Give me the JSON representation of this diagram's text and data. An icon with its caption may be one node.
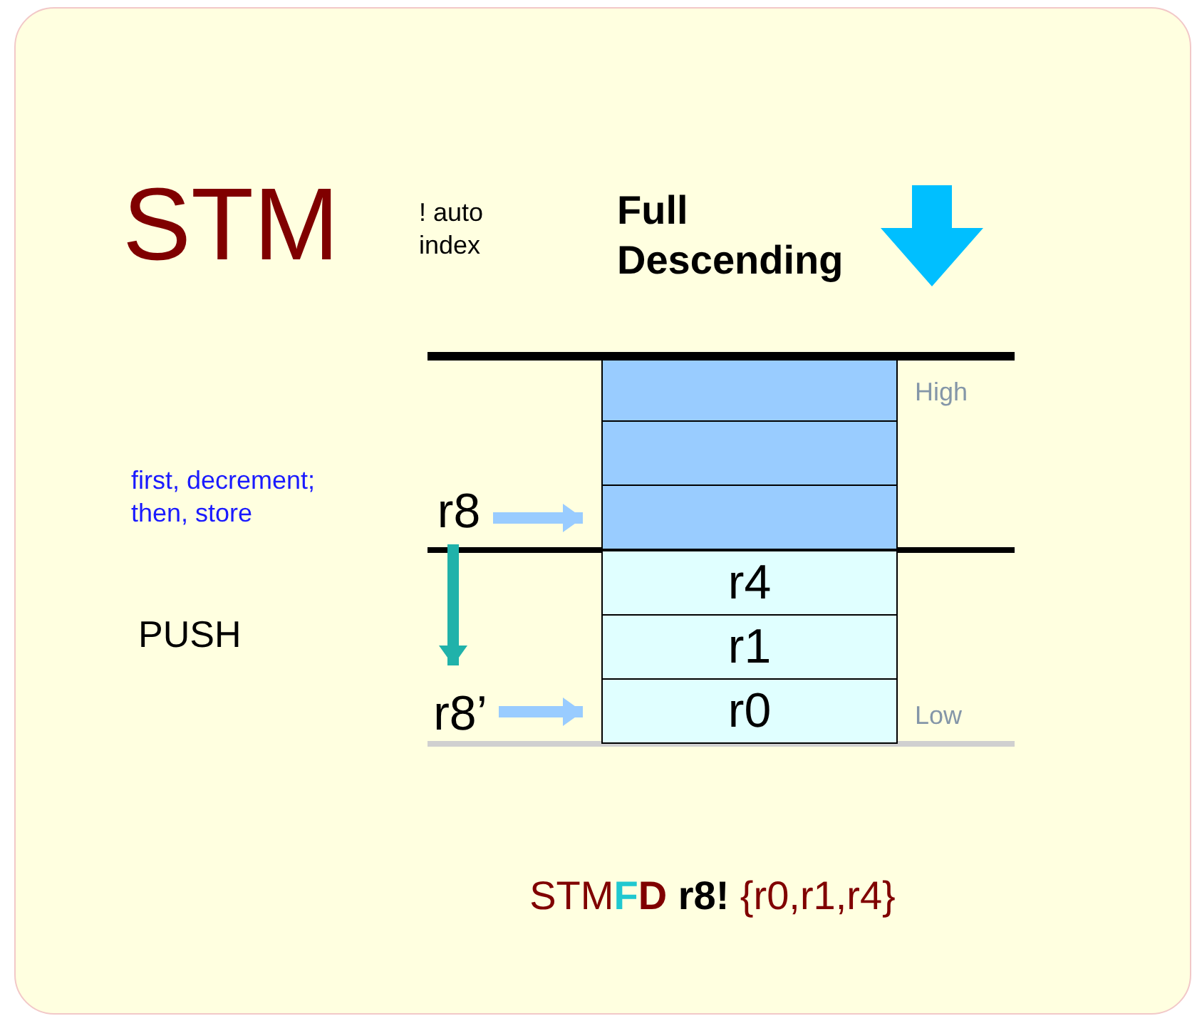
{
  "diagram": {
    "title": "STM",
    "nodes": [
      {
        "text": [],
        "shape": "box"
      },
      {
        "text": [],
        "shape": "box"
      },
      {
        "text": [],
        "shape": "box"
      },
      {
        "text": [
          "r4"
        ]
      },
      {
        "text": [
          "r1"
        ]
      },
      {
        "text": [
          "r0"
        ]
      },
      {
        "text": [
          "r8"
        ]
      },
      {
        "text": [
          "r8’"
        ]
      }
    ],
    "edges": [
      {
        "from": 6,
        "to": 2,
        "arrow": "to",
        "color": "#99ccff"
      },
      {
        "from": 7,
        "to": 5,
        "arrow": "to",
        "color": "#99ccff"
      },
      {
        "from": 6,
        "to": 7,
        "arrow": "to",
        "color": "#20b2aa"
      }
    ],
    "labels": [
      "! auto index",
      "Full Descending",
      "High",
      "first, decrement; then, store",
      "PUSH",
      "Low",
      "STM**FD** **r8!** {r0,r1,r4}"
    ]
  }
}
